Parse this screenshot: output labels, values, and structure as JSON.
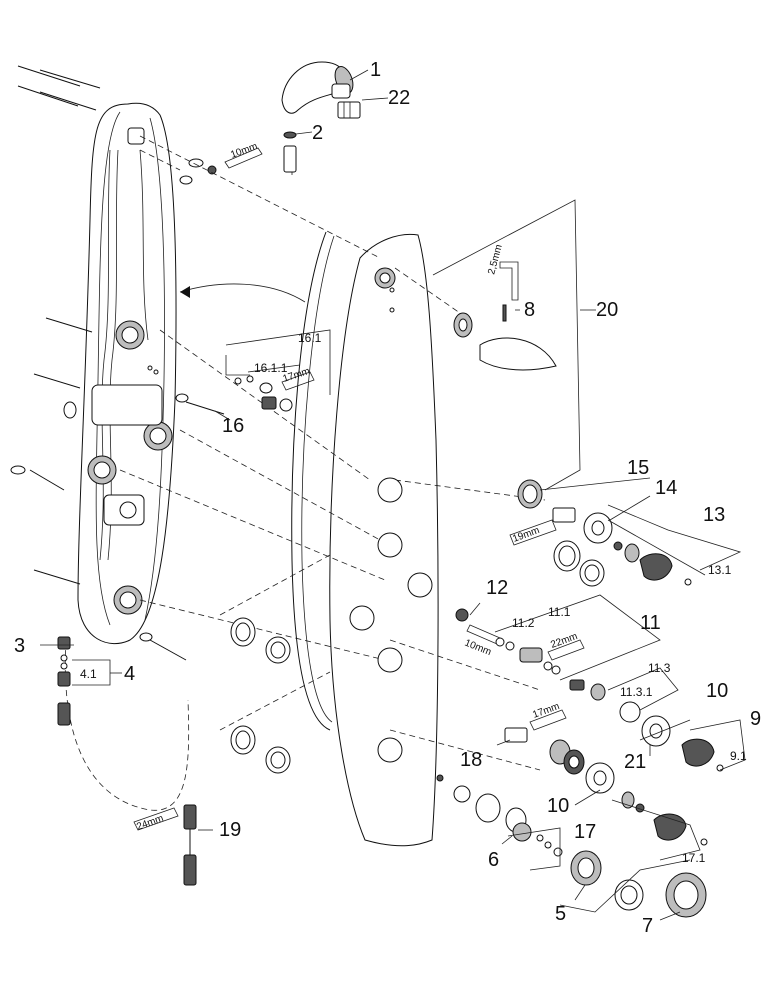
{
  "part_labels": {
    "p1": "1",
    "p2": "2",
    "p3": "3",
    "p4": "4",
    "p4_1": "4.1",
    "p5": "5",
    "p6": "6",
    "p7": "7",
    "p8": "8",
    "p9": "9",
    "p9_1": "9.1",
    "p10a": "10",
    "p10b": "10",
    "p11": "11",
    "p11_1": "11.1",
    "p11_2": "11.2",
    "p11_3": "11.3",
    "p11_3_1": "11.3.1",
    "p12": "12",
    "p13": "13",
    "p13_1": "13.1",
    "p14": "14",
    "p15": "15",
    "p16": "16",
    "p16_1": "16.1",
    "p16_1_1": "16.1.1",
    "p17": "17",
    "p17_1": "17.1",
    "p18": "18",
    "p19": "19",
    "p20": "20",
    "p21": "21",
    "p22": "22"
  },
  "tool_labels": {
    "t10mm_top": "10mm",
    "t2_5mm": "2,5mm",
    "t17mm_a": "17mm",
    "t19mm": "19mm",
    "t10mm_mid": "10mm",
    "t22mm": "22mm",
    "t17mm_b": "17mm",
    "t24mm": "24mm"
  },
  "icons": {
    "hand_shower": "hand-shower-icon",
    "allen_key": "allen-key-icon",
    "wrench": "wrench-icon",
    "body_jet": "body-jet-icon"
  },
  "colors": {
    "ink": "#111111",
    "fill": "#ffffff",
    "shade": "#bdbdbd"
  }
}
